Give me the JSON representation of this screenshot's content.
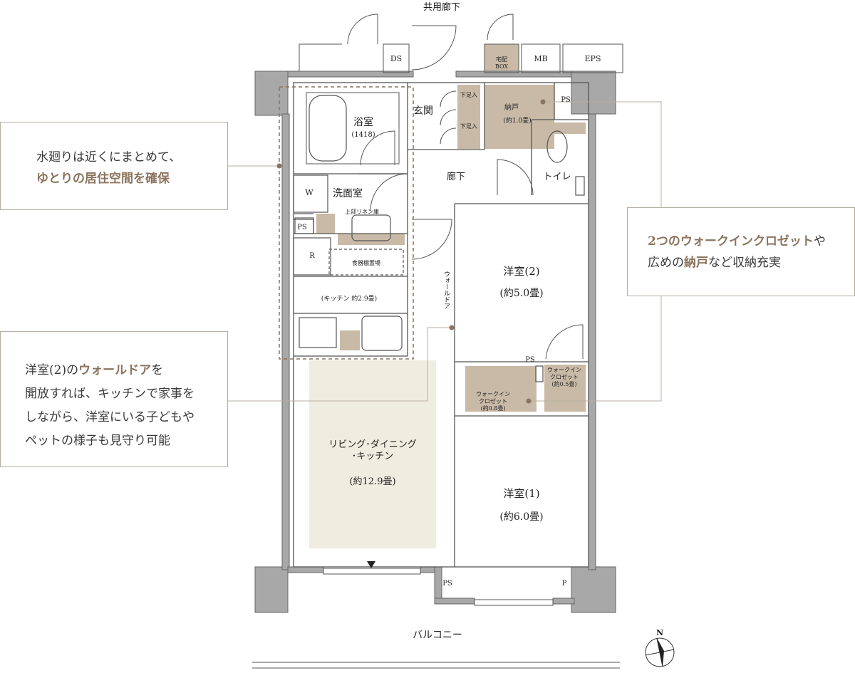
{
  "labels": {
    "corridor_common": "共用廊下",
    "ds": "DS",
    "delivery_box": "宅配\nBOX",
    "mb": "MB",
    "eps": "EPS",
    "entrance": "玄関",
    "shoe_storage": "下足入",
    "storage_room": "納戸",
    "storage_room_size": "(約1.0畳)",
    "ps": "PS",
    "bath": "浴室",
    "bath_size": "(1418)",
    "hallway": "廊下",
    "toilet": "トイレ",
    "washing_machine": "W",
    "washroom": "洗面室",
    "upper_linen": "上部リネン庫",
    "fridge": "R",
    "cupboard": "食器棚置場",
    "kitchen": "(キッチン 約2.9畳)",
    "wall_door": "ウォールドア",
    "western2": "洋室(2)",
    "western2_size": "(約5.0畳)",
    "wic_large": "ウォークイン\nクロゼット",
    "wic_large_size": "(約0.8畳)",
    "wic_small": "ウォークイン\nクロゼット",
    "wic_small_size": "(約0.5畳)",
    "ldk": "リビング･ダイニング\n･キッチン",
    "ldk_size": "(約12.9畳)",
    "western1": "洋室(1)",
    "western1_size": "(約6.0畳)",
    "p": "P",
    "balcony": "バルコニー",
    "north": "N"
  },
  "callouts": {
    "water": {
      "line1": "水廻りは近くにまとめて、",
      "line2": "ゆとりの居住空間を確保"
    },
    "storage": {
      "line1_em": "2つのウォークインクロゼット",
      "line1_rest": "や",
      "line2_pre": "広めの",
      "line2_em": "納戸",
      "line2_rest": "など収納充実"
    },
    "walldoor": {
      "line1_pre": "洋室(2)の",
      "line1_em": "ウォールドア",
      "line1_rest": "を",
      "line2": "開放すれば、キッチンで家事を",
      "line3": "しながら、洋室にいる子どもや",
      "line4": "ペットの様子も見守り可能"
    }
  },
  "colors": {
    "wall": "#a8a8a8",
    "storage_fill": "#c8baa6",
    "ldk_fill": "#efede0",
    "accent_text": "#8a745e",
    "leader": "#b9aea0"
  }
}
